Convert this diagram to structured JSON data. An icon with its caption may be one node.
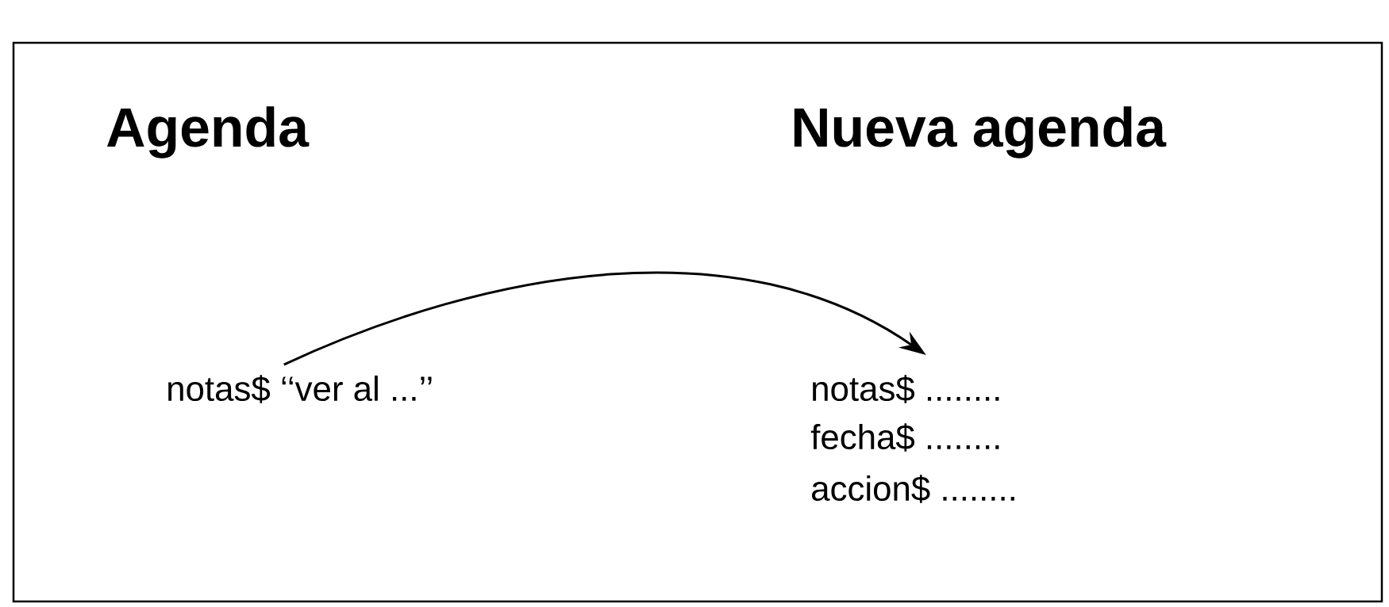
{
  "diagram": {
    "nodes": [
      {
        "text": [
          "notas$ ‘‘ver al ...’’"
        ]
      },
      {
        "text": [
          "notas$ ........"
        ]
      }
    ],
    "edges": [
      {
        "from": 0,
        "to": 1,
        "arrow": "to"
      }
    ],
    "labels": [
      "Agenda",
      "Nueva agenda",
      "fecha$ ........",
      "accion$ ........"
    ]
  }
}
